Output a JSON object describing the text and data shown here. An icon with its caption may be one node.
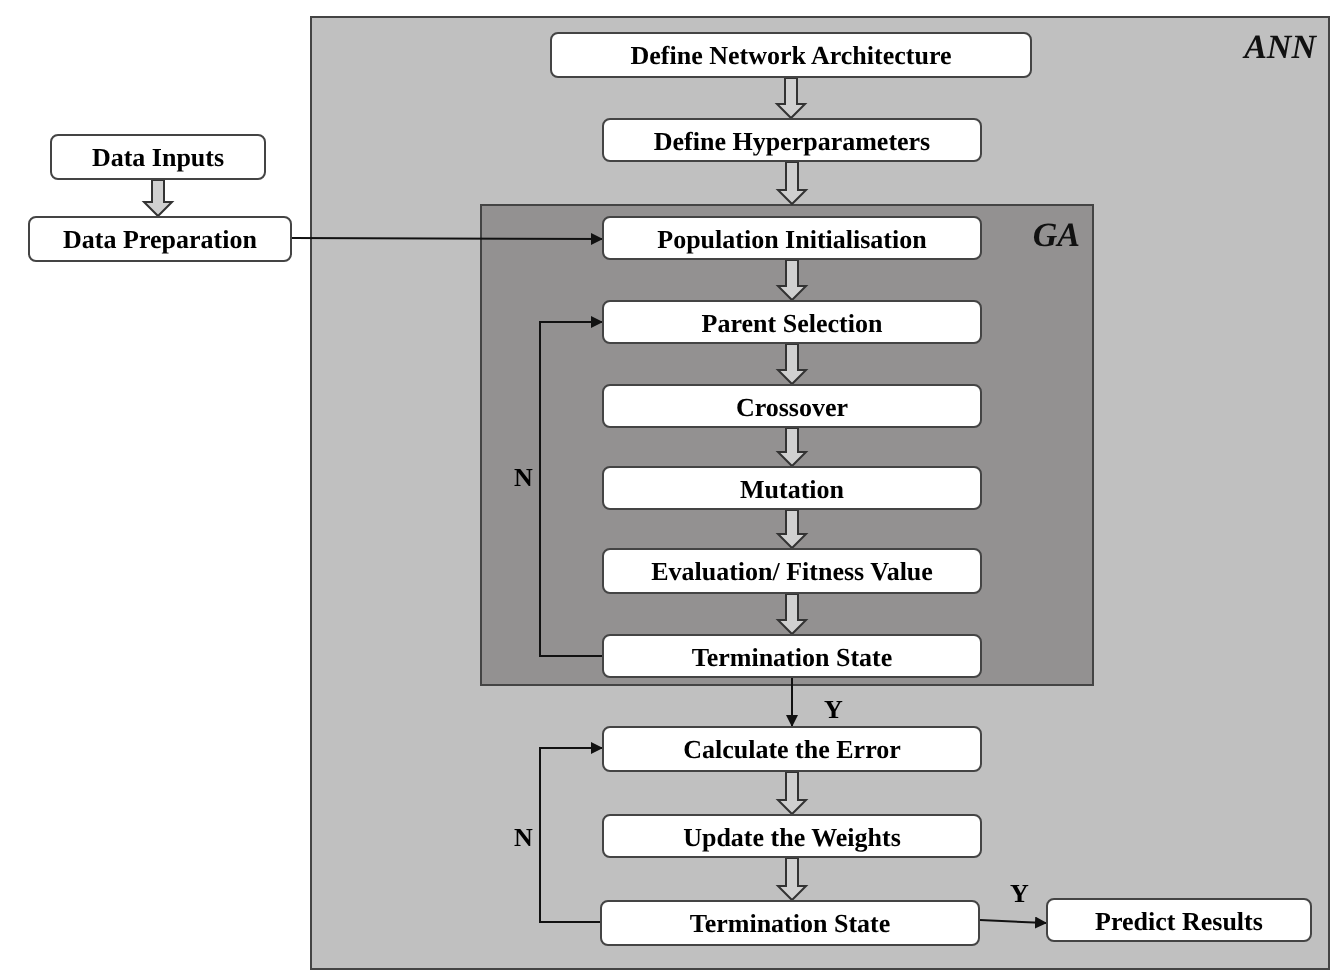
{
  "diagram": {
    "nodes": [
      {
        "text": [
          "ANN"
        ]
      },
      {
        "text": [
          "Define Network Architecture"
        ],
        "in": 0
      },
      {
        "text": [
          "Define Hyperparameters"
        ],
        "in": 0
      },
      {
        "text": [
          "GA"
        ],
        "in": 0
      },
      {
        "text": [
          "Population Initialisation"
        ],
        "in": 3
      },
      {
        "text": [
          "Parent Selection"
        ],
        "in": 3
      },
      {
        "text": [
          "Crossover"
        ],
        "in": 3
      },
      {
        "text": [
          "Mutation"
        ],
        "in": 3
      },
      {
        "text": [
          "Evaluation/ Fitness Value"
        ],
        "in": 3
      },
      {
        "text": [
          "Termination State"
        ],
        "in": 3
      },
      {
        "text": [
          "Calculate the Error"
        ],
        "in": 0
      },
      {
        "text": [
          "Update the Weights"
        ],
        "in": 0
      },
      {
        "text": [
          "Termination State"
        ],
        "in": 0
      },
      {
        "text": [
          "Predict Results"
        ],
        "in": 0
      },
      {
        "text": [
          "Data Inputs"
        ]
      },
      {
        "text": [
          "Data Preparation"
        ]
      }
    ],
    "edges": [
      {
        "from": 1,
        "to": 2,
        "arrow": "to",
        "style": "thick"
      },
      {
        "from": 2,
        "to": 3,
        "arrow": "to",
        "style": "thick"
      },
      {
        "from": 4,
        "to": 5,
        "arrow": "to",
        "style": "thick"
      },
      {
        "from": 5,
        "to": 6,
        "arrow": "to",
        "style": "thick"
      },
      {
        "from": 6,
        "to": 7,
        "arrow": "to",
        "style": "thick"
      },
      {
        "from": 7,
        "to": 8,
        "arrow": "to",
        "style": "thick"
      },
      {
        "from": 8,
        "to": 9,
        "arrow": "to",
        "style": "thick"
      },
      {
        "from": 9,
        "to": 5,
        "arrow": "to",
        "label": "N"
      },
      {
        "from": 9,
        "to": 10,
        "arrow": "to",
        "label": "Y"
      },
      {
        "from": 10,
        "to": 11,
        "arrow": "to",
        "style": "thick"
      },
      {
        "from": 11,
        "to": 12,
        "arrow": "to",
        "style": "thick"
      },
      {
        "from": 12,
        "to": 10,
        "arrow": "to",
        "label": "N"
      },
      {
        "from": 12,
        "to": 13,
        "arrow": "to",
        "label": "Y"
      },
      {
        "from": 14,
        "to": 15,
        "arrow": "to",
        "style": "thick"
      },
      {
        "from": 15,
        "to": 4,
        "arrow": "to"
      }
    ]
  }
}
